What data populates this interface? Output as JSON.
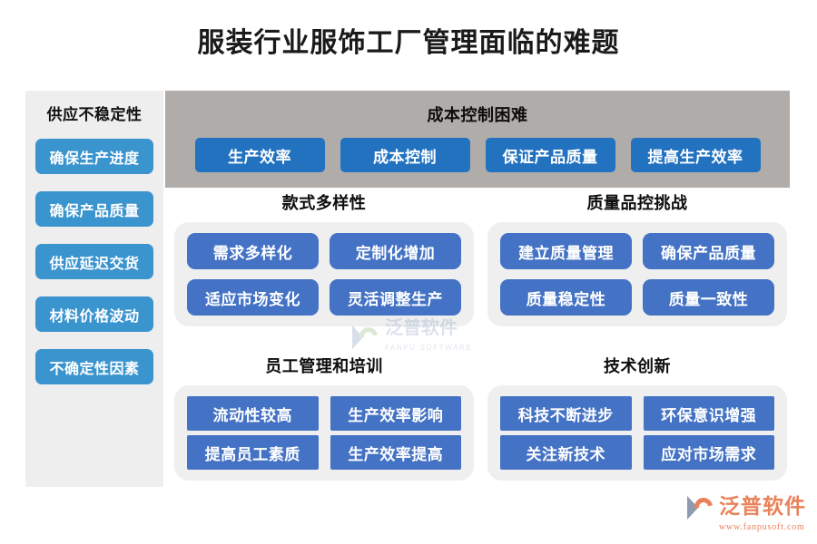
{
  "page": {
    "title": "服装行业服饰工厂管理面临的难题"
  },
  "sidebar": {
    "title": "供应不稳定性",
    "items": [
      {
        "label": "确保生产进度"
      },
      {
        "label": "确保产品质量"
      },
      {
        "label": "供应延迟交货"
      },
      {
        "label": "材料价格波动"
      },
      {
        "label": "不确定性因素"
      }
    ]
  },
  "cost_panel": {
    "title": "成本控制困难",
    "chips": [
      {
        "label": "生产效率"
      },
      {
        "label": "成本控制"
      },
      {
        "label": "保证产品质量"
      },
      {
        "label": "提高生产效率"
      }
    ]
  },
  "sections": [
    {
      "title": "款式多样性",
      "chips": [
        {
          "label": "需求多样化"
        },
        {
          "label": "定制化增加"
        },
        {
          "label": "适应市场变化"
        },
        {
          "label": "灵活调整生产"
        }
      ]
    },
    {
      "title": "质量品控挑战",
      "chips": [
        {
          "label": "建立质量管理"
        },
        {
          "label": "确保产品质量"
        },
        {
          "label": "质量稳定性"
        },
        {
          "label": "质量一致性"
        }
      ]
    },
    {
      "title": "员工管理和培训",
      "chips": [
        {
          "label": "流动性较高"
        },
        {
          "label": "生产效率影响"
        },
        {
          "label": "提高员工素质"
        },
        {
          "label": "生产效率提高"
        }
      ]
    },
    {
      "title": "技术创新",
      "chips": [
        {
          "label": "科技不断进步"
        },
        {
          "label": "环保意识增强"
        },
        {
          "label": "关注新技术"
        },
        {
          "label": "应对市场需求"
        }
      ]
    }
  ],
  "watermark": {
    "brand_cn": "泛普软件",
    "brand_en": "FANPU SOFTWARE"
  },
  "brand_logo": {
    "name": "泛普软件",
    "url": "www.fanpusoft.com"
  },
  "colors": {
    "sidebar_chip": "#3a94ce",
    "cost_chip": "#2272c0",
    "section_chip": "#4472c4",
    "cost_panel_bg": "#b0aca9",
    "card_bg": "#efefef",
    "sidebar_bg": "#eeeeee",
    "brand_orange": "#e8825a"
  }
}
